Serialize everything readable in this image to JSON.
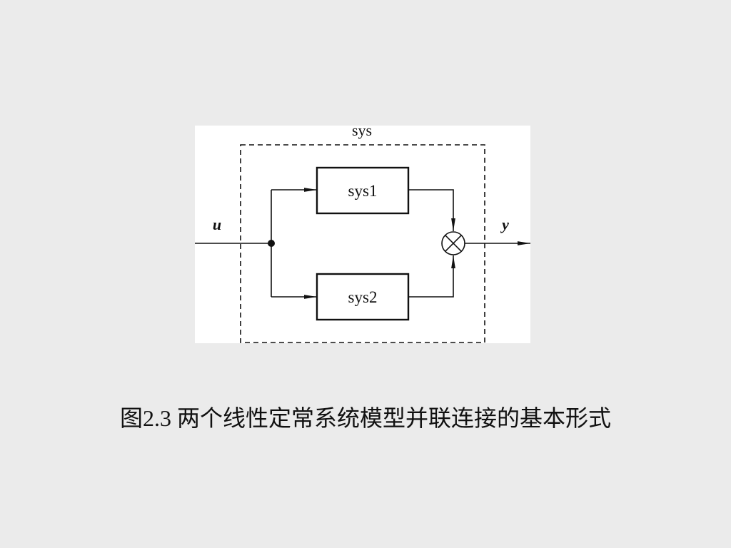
{
  "diagram": {
    "outer_label": "sys",
    "block1_label": "sys1",
    "block2_label": "sys2",
    "input_label": "u",
    "output_label": "y"
  },
  "caption": "图2.3 两个线性定常系统模型并联连接的基本形式"
}
